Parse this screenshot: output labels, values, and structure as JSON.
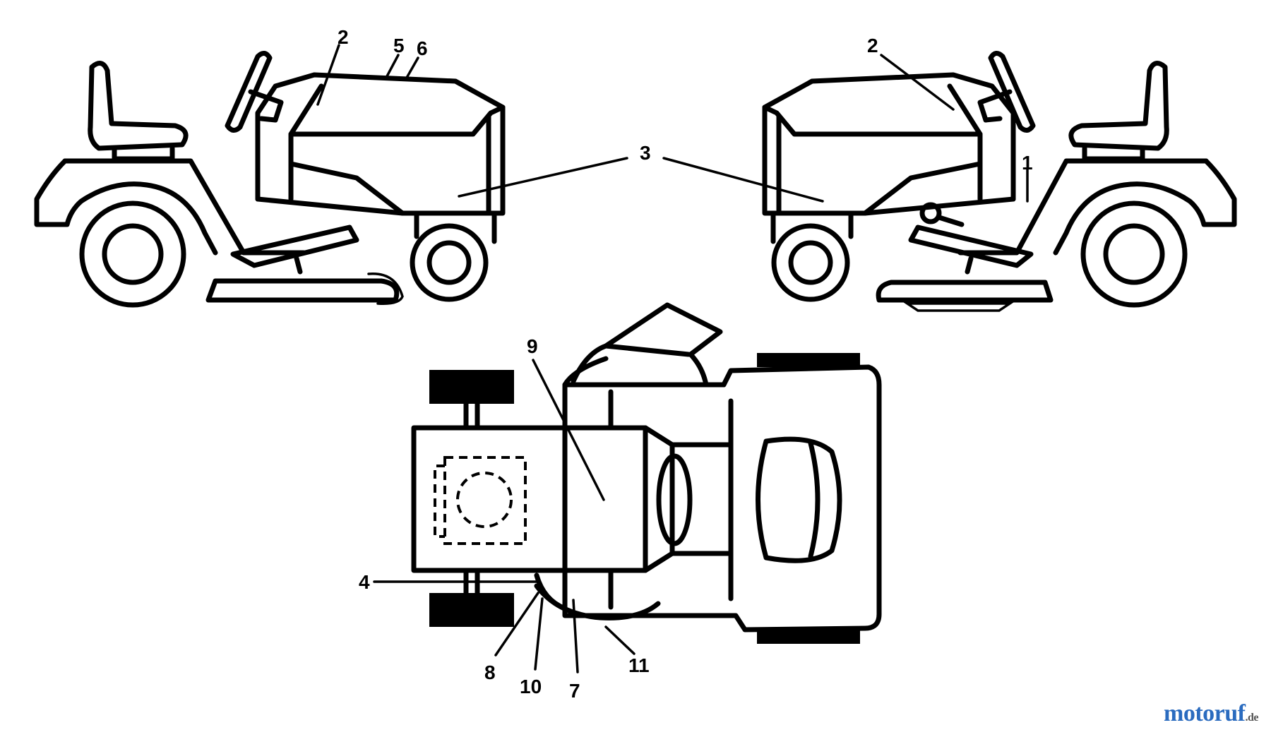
{
  "callouts": {
    "left_2": "2",
    "left_5": "5",
    "left_6": "6",
    "center_3": "3",
    "right_2": "2",
    "right_1": "1",
    "top_9": "9",
    "top_4": "4",
    "top_8": "8",
    "top_10": "10",
    "top_7": "7",
    "top_11": "11"
  },
  "watermark": {
    "text": "motoruf",
    "suffix": ".de"
  }
}
